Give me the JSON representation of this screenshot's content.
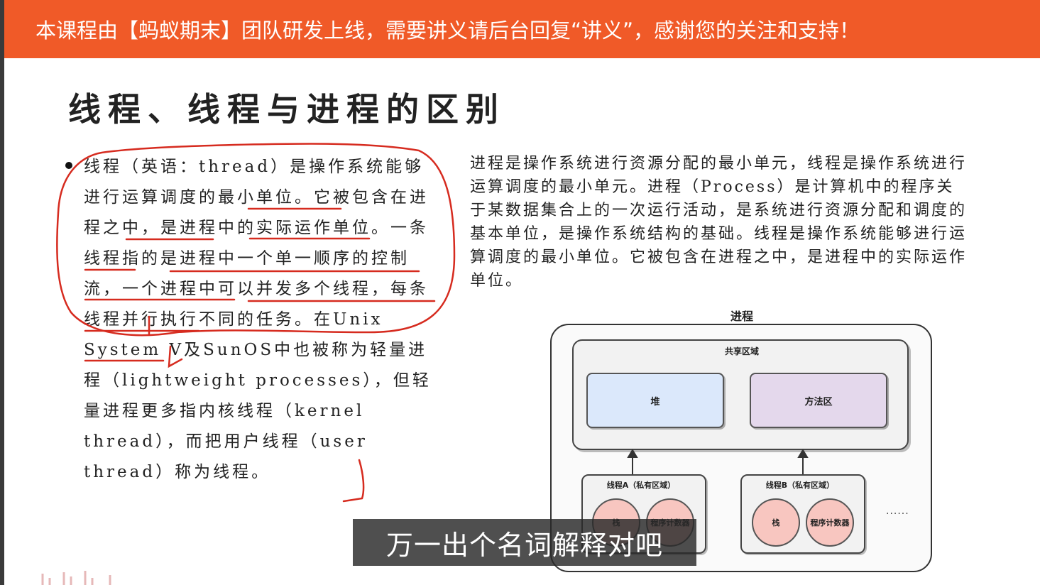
{
  "banner": {
    "text": "本课程由【蚂蚁期末】团队研发上线，需要讲义请后台回复“讲义”，感谢您的关注和支持！"
  },
  "slide": {
    "title": "线程、线程与进程的区别",
    "left_paragraph": "线程（英语：thread）是操作系统能够进行运算调度的最小单位。它被包含在进程之中，是进程中的实际运作单位。一条线程指的是进程中一个单一顺序的控制流，一个进程中可以并发多个线程，每条线程并行执行不同的任务。在Unix System V及SunOS中也被称为轻量进程（lightweight processes），但轻量进程更多指内核线程（kernel thread），而把用户线程（user thread）称为线程。",
    "right_paragraph": "进程是操作系统进行资源分配的最小单元，线程是操作系统进行运算调度的最小单元。进程（Process）是计算机中的程序关于某数据集合上的一次运行活动，是系统进行资源分配和调度的基本单位，是操作系统结构的基础。线程是操作系统能够进行运算调度的最小单位。它被包含在进程之中，是进程中的实际运作单位。"
  },
  "diagram": {
    "title": "进程",
    "shared_area": "共享区域",
    "heap": "堆",
    "method_area": "方法区",
    "thread_a": "线程A（私有区域）",
    "thread_b": "线程B（私有区域）",
    "stack": "栈",
    "program_counter": "程序计数器",
    "ellipsis": "......"
  },
  "subtitle": "万一出个名词解释对吧",
  "colors": {
    "banner": "#f05a28",
    "annotation": "#d62b1f",
    "heap": "#dbe8fb",
    "method_area": "#e4d8ec",
    "stack": "#f8c6c0"
  }
}
